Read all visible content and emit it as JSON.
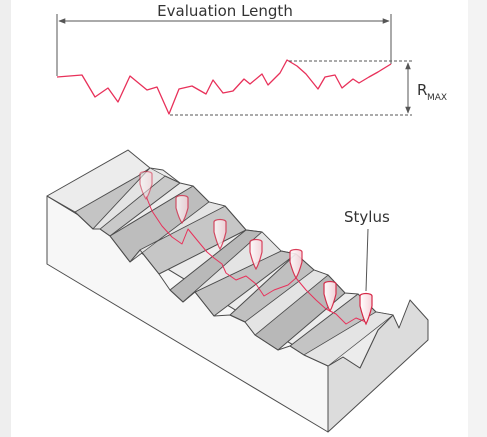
{
  "diagram": {
    "evaluation_length_label": "Evaluation Length",
    "rmax_label": {
      "main": "R",
      "subscript": "MAX"
    },
    "stylus_label": "Stylus"
  },
  "colors": {
    "profile_line": "#e8315a",
    "stylus_outline": "#d62746",
    "block_top": "#ececec",
    "block_front": "#f7f7f7",
    "block_side": "#dedede",
    "groove_dark": "#bdbdbd",
    "groove_light": "#e3e3e3",
    "dimension_line": "#555555",
    "background": "#eeeeee"
  }
}
